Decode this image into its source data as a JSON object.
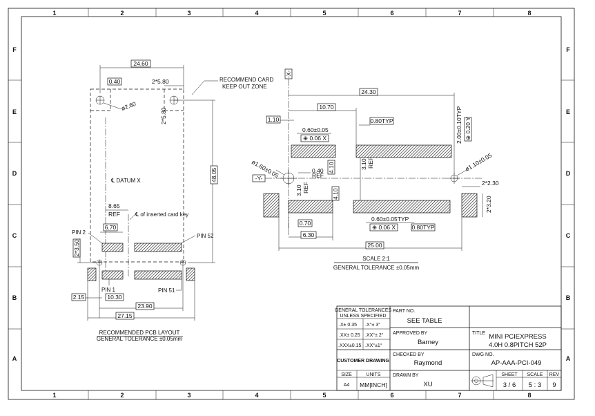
{
  "border": {
    "columns": [
      "1",
      "2",
      "3",
      "4",
      "5",
      "6",
      "7",
      "8"
    ],
    "rows": [
      "F",
      "E",
      "D",
      "C",
      "B",
      "A"
    ]
  },
  "left_view": {
    "dims": {
      "d2460": "24.60",
      "d040": "0.40",
      "d2x580": "2*5.80",
      "d2x580v": "2*5.80",
      "d260": "ø2.60",
      "d4805": "48.05",
      "d865": "8.65",
      "ref": "REF",
      "d670": "6.70",
      "d2x350": "2*3.50",
      "d215": "2.15",
      "d1030": "10.30",
      "d2390": "23.90",
      "d2715": "27.15"
    },
    "notes": {
      "recommend1": "RECOMMEND CARD",
      "recommend2": "KEEP OUT ZONE",
      "datum_x": "℄ DATUM X",
      "card_key": "℄ of inserted card key",
      "pin2": "PIN 2",
      "pin52": "PIN 52",
      "pin1": "PIN 1",
      "pin51": "PIN 51"
    },
    "caption1": "RECOMMENDED PCB LAYOUT",
    "caption2": "GENERAL TOLERANCE ±0.05mm"
  },
  "right_view": {
    "dims": {
      "x_tag": "-X-",
      "y_tag": "-Y-",
      "d2430": "24.30",
      "d1070": "10.70",
      "d110": "1.10",
      "d080a": "0.80TYP",
      "d060a": "0.60±0.05",
      "d006a": "⊕ 0.06 X",
      "d200": "2.00±0.10TYP",
      "d020y": "⊕ 0.20 Y",
      "d160": "ø1.60±0.05",
      "d040r": "0.40",
      "refr": "REF",
      "d410a": "4.10",
      "d310": "3.10",
      "refv": "REF",
      "d310b": "3.10",
      "refb": "REF",
      "d410b": "4.10",
      "d110r": "ø1.10±0.05",
      "d2x230": "2*2.30",
      "d2x320": "2*3.20",
      "d070": "0.70",
      "d060b": "0.60±0.05TYP",
      "d006b": "⊕ 0.06 X",
      "d080b": "0.80TYP",
      "d630": "6.30",
      "d2500": "25.00"
    },
    "caption1": "SCALE 2:1",
    "caption2": "GENERAL TOLERANCE ±0.05mm"
  },
  "title_block": {
    "gen_tol1": "GENERAL TOLERANCES",
    "gen_tol2": "UNLESS SPECIFIED",
    "tol_x": ".X± 0.35",
    "tol_xa": ".X°± 3°",
    "tol_xx": ".XX± 0.25",
    "tol_xxa": ".XX°± 2°",
    "tol_xxx": ".XXX±0.15",
    "tol_xxxa": ".XX°±1°",
    "customer": "CUSTOMER DRAWING",
    "part_no_label": "PART NO.",
    "part_no": "SEE TABLE",
    "approved_label": "APPROVED BY",
    "approved": "Barney",
    "checked_label": "CHECKED BY",
    "checked": "Raymond",
    "drawn_label": "DRAWN BY",
    "drawn": "XU",
    "title_label": "TITLE",
    "title1": "MINI PCIEXPRESS",
    "title2": "4.0H 0.8PITCH 52P",
    "dwg_label": "DWG NO.",
    "dwg_no": "AP-AAA-PCI-049",
    "size_label": "SIZE",
    "size": "A4",
    "units_label": "UNITS",
    "units": "MM[INCH]",
    "sheet_label": "SHEET",
    "sheet": "3 / 6",
    "scale_label": "SCALE",
    "scale": "5 : 3",
    "rev_label": "REV",
    "rev": "9"
  }
}
